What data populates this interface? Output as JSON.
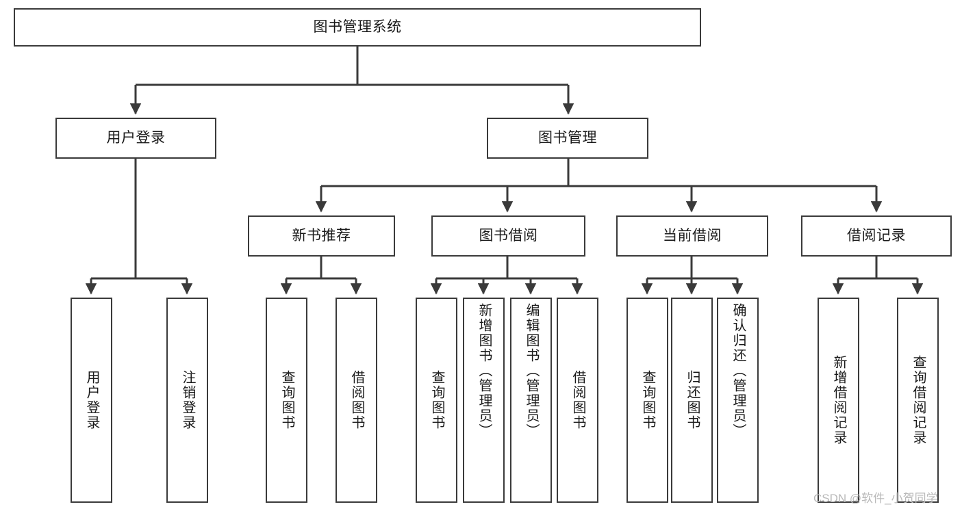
{
  "diagram": {
    "type": "tree-hierarchy",
    "title": "图书管理系统",
    "watermark": "CSDN @软件_小贺同学",
    "colors": {
      "box_border": "#3a3a3a",
      "box_fill": "#ffffff",
      "edge": "#3a3a3a",
      "text": "#1a1a1a",
      "watermark": "#b9b9b9",
      "background": "#ffffff"
    },
    "nodes": {
      "root": {
        "label": "图书管理系统"
      },
      "level1": [
        {
          "label": "用户登录"
        },
        {
          "label": "图书管理"
        }
      ],
      "level2": [
        {
          "label": "新书推荐"
        },
        {
          "label": "图书借阅"
        },
        {
          "label": "当前借阅"
        },
        {
          "label": "借阅记录"
        }
      ],
      "leaves": {
        "user_login": [
          {
            "label": "用户登录"
          },
          {
            "label": "注销登录"
          }
        ],
        "new_book_recommend": [
          {
            "label": "查询图书"
          },
          {
            "label": "借阅图书"
          }
        ],
        "book_borrow": [
          {
            "label": "查询图书"
          },
          {
            "label": "新增图书（管理员）"
          },
          {
            "label": "编辑图书（管理员）"
          },
          {
            "label": "借阅图书"
          }
        ],
        "current_borrow": [
          {
            "label": "查询图书"
          },
          {
            "label": "归还图书"
          },
          {
            "label": "确认归还（管理员）"
          }
        ],
        "borrow_record": [
          {
            "label": "新增借阅记录"
          },
          {
            "label": "查询借阅记录"
          }
        ]
      }
    }
  }
}
